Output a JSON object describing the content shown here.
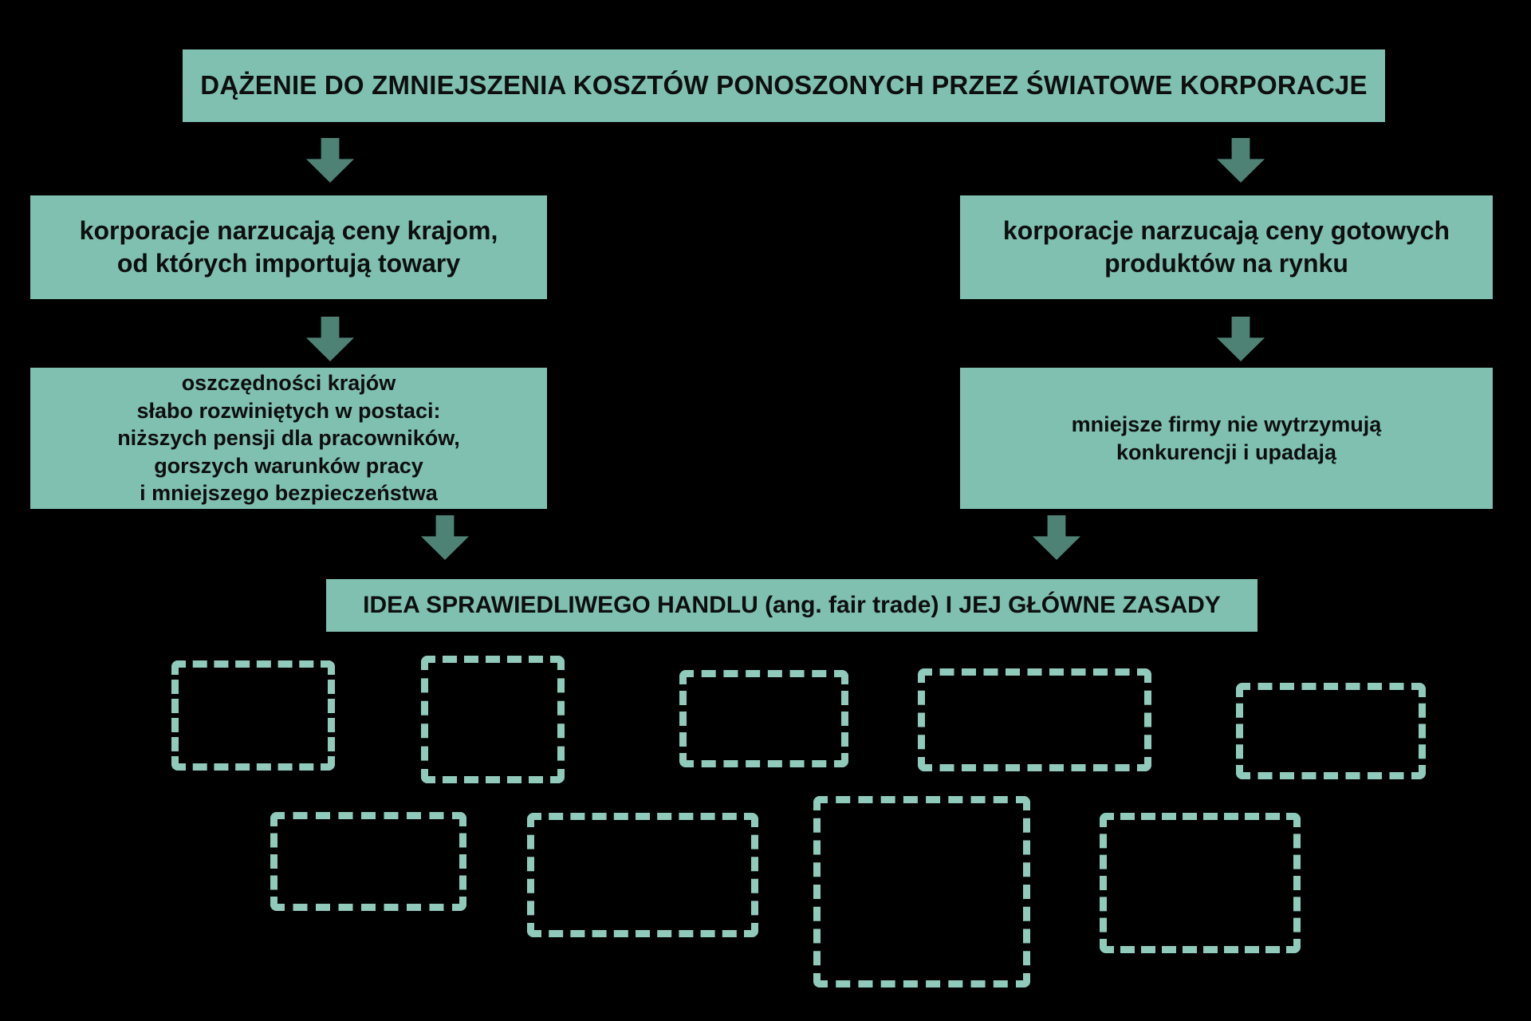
{
  "colors": {
    "background": "#000000",
    "box_fill": "#7fc0b1",
    "dashed_border": "#8fcaba",
    "arrow": "#4e8275",
    "text": "#0e0e0e"
  },
  "flowchart": {
    "root": "DĄŻENIE DO ZMNIEJSZENIA KOSZTÓW PONOSZONYCH PRZEZ ŚWIATOWE KORPORACJE",
    "left_branch": {
      "step1": "korporacje narzucają ceny krajom,\nod których importują towary",
      "step2": "oszczędności krajów\nsłabo rozwiniętych w postaci:\nniższych pensji dla pracowników,\ngorszych warunków pracy\ni mniejszego bezpieczeństwa"
    },
    "right_branch": {
      "step1": "korporacje narzucają ceny gotowych\nproduktów na rynku",
      "step2": "mniejsze firmy nie wytrzymują\nkonkurencji i upadają"
    },
    "conclusion": "IDEA SPRAWIEDLIWEGO HANDLU (ang. fair trade) I JEJ GŁÓWNE ZASADY",
    "placeholders": {
      "count": 9,
      "content": ""
    }
  }
}
